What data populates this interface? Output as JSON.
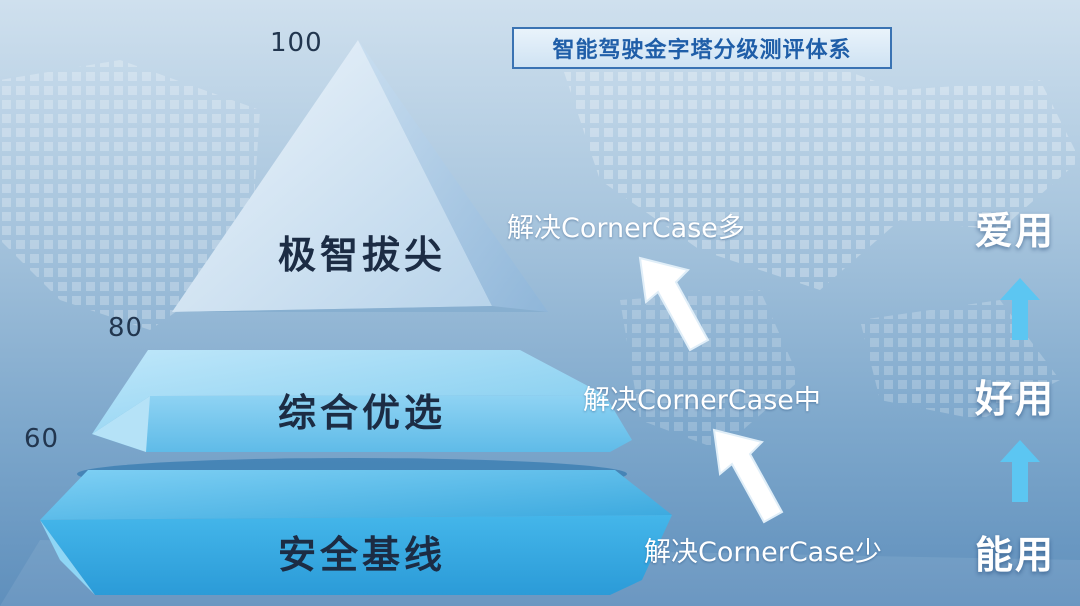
{
  "title": "智能驾驶金字塔分级测评体系",
  "scale": {
    "top": "100",
    "middle": "80",
    "bottom": "60"
  },
  "tiers": [
    {
      "label": "极智拔尖"
    },
    {
      "label": "综合优选"
    },
    {
      "label": "安全基线"
    }
  ],
  "annotations": [
    "解决CornerCase多",
    "解决CornerCase中",
    "解决CornerCase少"
  ],
  "levels": [
    "爱用",
    "好用",
    "能用"
  ],
  "colors": {
    "title": "#1f5ea8",
    "accent_arrow": "#5cc6f2",
    "tier": "#3bb3e8"
  }
}
